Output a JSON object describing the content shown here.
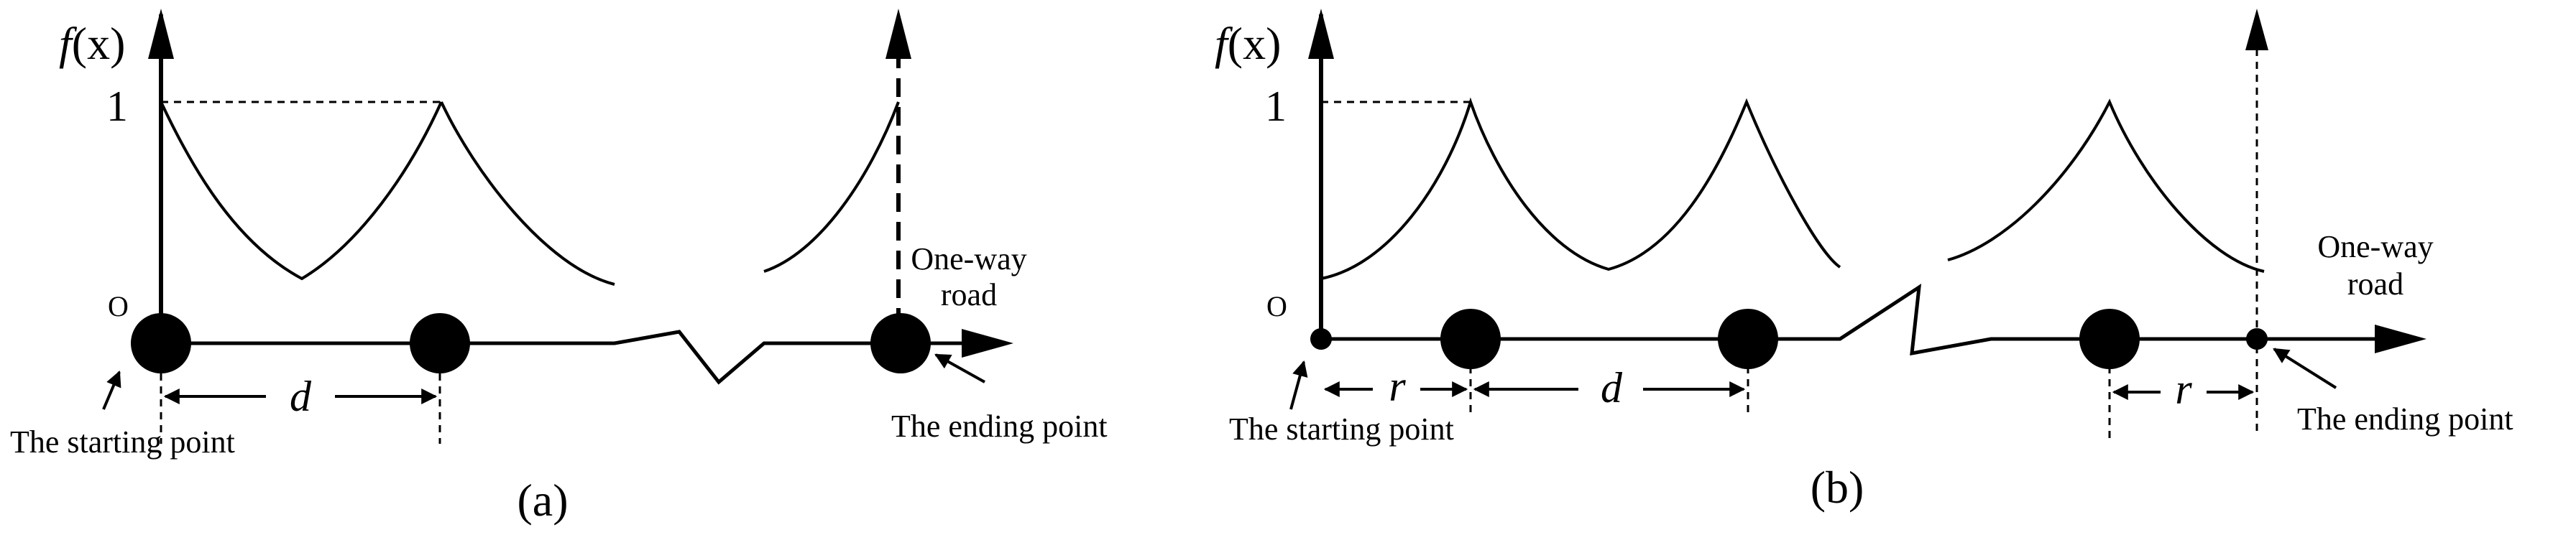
{
  "panel_a": {
    "y_axis_label_f": "f",
    "y_axis_label_x": "(x)",
    "tick_one": "1",
    "origin": "O",
    "road_label_line1": "One-way",
    "road_label_line2": "road",
    "spacing_label": "d",
    "start_label": "The starting point",
    "end_label": "The ending point",
    "caption": "(a)"
  },
  "panel_b": {
    "y_axis_label_f": "f",
    "y_axis_label_x": "(x)",
    "tick_one": "1",
    "origin": "O",
    "road_label_line1": "One-way",
    "road_label_line2": "road",
    "offset_label_start": "r",
    "spacing_label": "d",
    "offset_label_end": "r",
    "start_label": "The starting point",
    "end_label": "The ending point",
    "caption": "(b)"
  }
}
